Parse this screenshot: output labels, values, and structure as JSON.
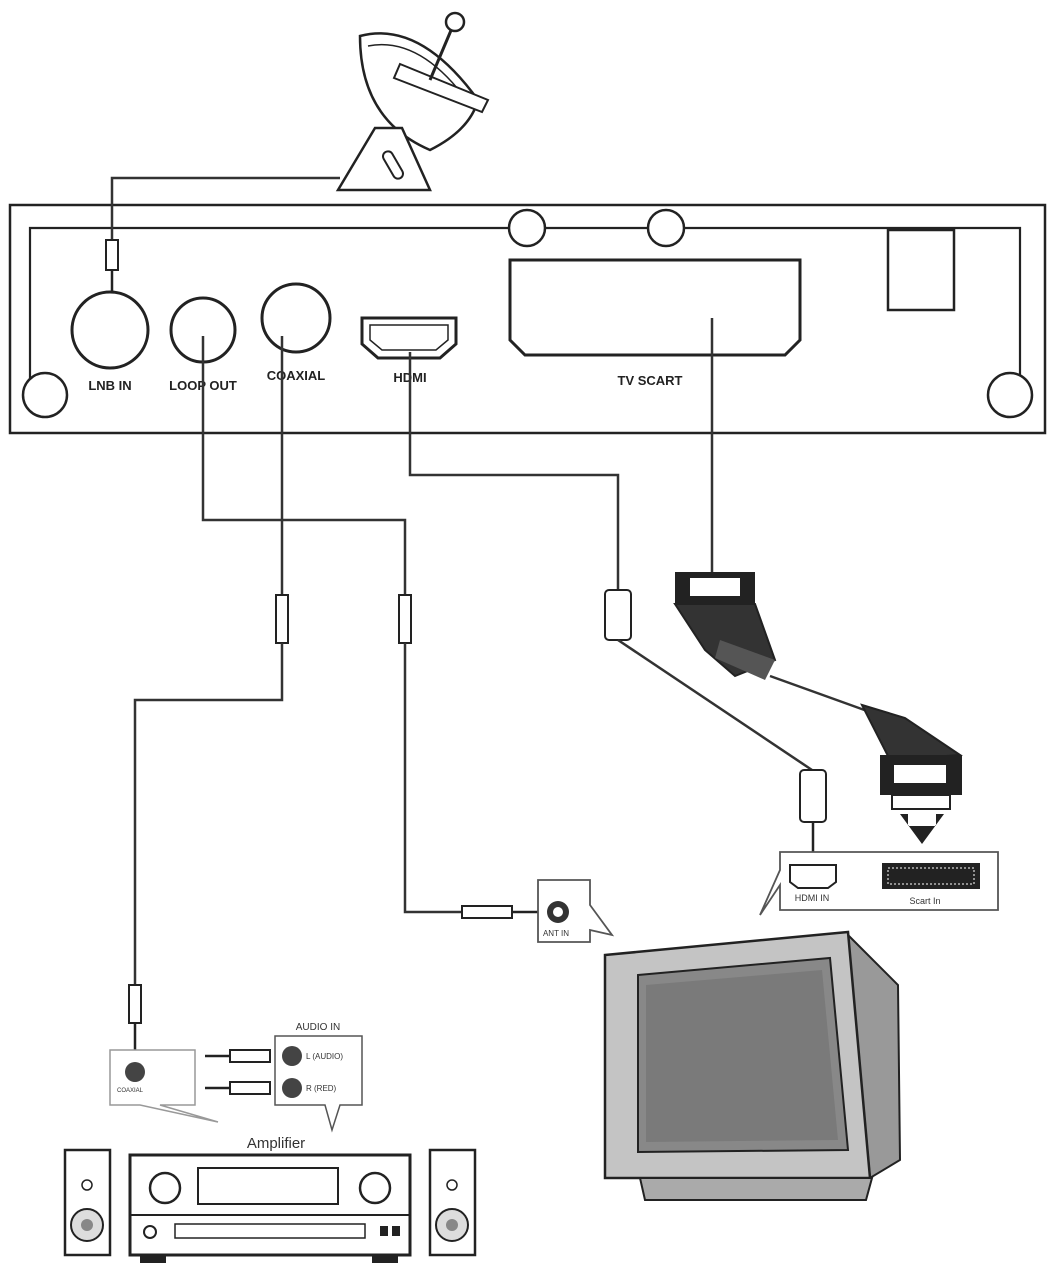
{
  "receiver": {
    "ports": {
      "lnb_in": "LNB IN",
      "loop_out": "LOOP OUT",
      "coaxial": "COAXIAL",
      "hdmi": "HDMI",
      "tv_scart": "TV SCART"
    }
  },
  "tv_panel": {
    "hdmi_in": "HDMI IN",
    "scart_in": "Scart In",
    "ant_in": "ANT IN"
  },
  "amplifier": {
    "title": "Amplifier",
    "audio_in": "AUDIO IN",
    "audio_l": "L (AUDIO)",
    "audio_r": "R (RED)",
    "coaxial_in": "COAXIAL"
  }
}
